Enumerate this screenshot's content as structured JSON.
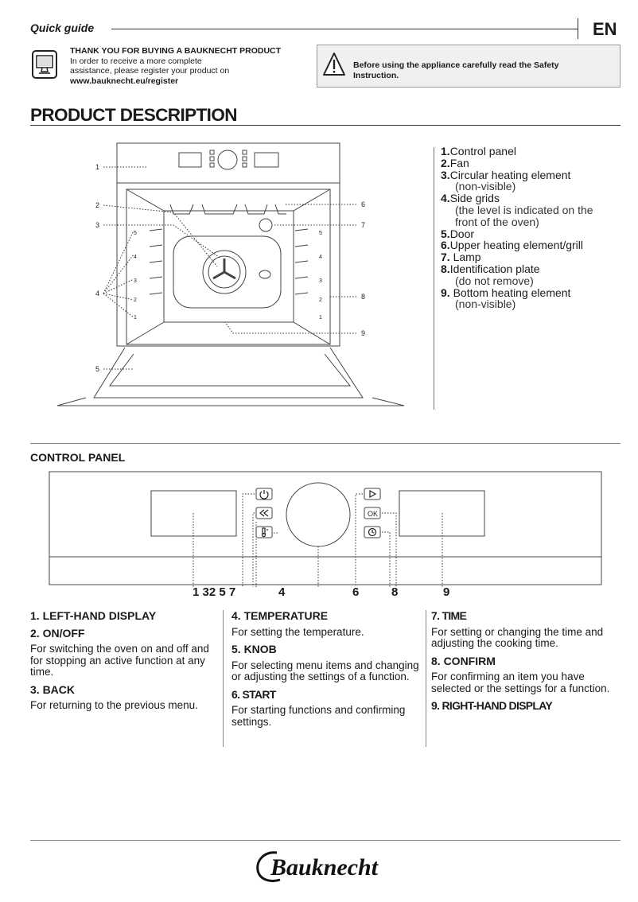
{
  "header": {
    "quick_guide": "Quick guide",
    "lang": "EN"
  },
  "thanks": {
    "title": "THANK YOU FOR BUYING A BAUKNECHT PRODUCT",
    "line1": "In order to receive a more complete",
    "line2": "assistance, please register your product on",
    "url": "www.bauknecht.eu/register"
  },
  "warning": {
    "line1": "Before using the appliance carefully read the Safety",
    "line2": "Instruction."
  },
  "product_description": {
    "title": "PRODUCT DESCRIPTION",
    "oven_labels": {
      "l1": "1",
      "l2": "2",
      "l3": "3",
      "l4": "4",
      "l5": "5",
      "r6": "6",
      "r7": "7",
      "r8": "8",
      "r9": "9",
      "levels_left": [
        "5",
        "4",
        "3",
        "2",
        "1"
      ],
      "levels_right": [
        "5",
        "4",
        "3",
        "2",
        "1"
      ]
    },
    "legend": [
      {
        "num": "1.",
        "label": "Control panel",
        "sub": ""
      },
      {
        "num": "2.",
        "label": "Fan",
        "sub": ""
      },
      {
        "num": "3.",
        "label": "Circular heating element",
        "sub": "(non-visible)"
      },
      {
        "num": "4.",
        "label": "Side grids",
        "sub": "(the level is indicated on the",
        "sub2": "front of the oven)"
      },
      {
        "num": "5.",
        "label": "Door",
        "sub": ""
      },
      {
        "num": "6.",
        "label": "Upper heating element/grill",
        "sub": ""
      },
      {
        "num": "7.",
        "label": " Lamp",
        "sub": ""
      },
      {
        "num": "8.",
        "label": "Identification plate",
        "sub": "(do not remove)"
      },
      {
        "num": "9.",
        "label": " Bottom heating element",
        "sub": "(non-visible)"
      }
    ]
  },
  "control_panel": {
    "title": "CONTROL PANEL",
    "callouts": {
      "a": "1 32 5 7",
      "b": "4",
      "c": "6",
      "d": "8",
      "e": "9"
    },
    "button_ok": "OK"
  },
  "descriptions": {
    "c1": {
      "h1": "1. LEFT-HAND DISPLAY",
      "h2": "2. ON/OFF",
      "t2": "For switching the oven on and off and for stopping an active function at any time.",
      "h3": "3. BACK",
      "t3": "For returning to the previous menu."
    },
    "c2": {
      "h4": "4. TEMPERATURE",
      "t4": "For setting the temperature.",
      "h5": "5. KNOB",
      "t5": "For selecting menu items and changing or adjusting the settings of a function.",
      "h6": "6. START",
      "t6": "For starting functions and confirming settings."
    },
    "c3": {
      "h7": "7. TIME",
      "t7": "For setting or changing the time and adjusting the cooking time.",
      "h8": "8. CONFIRM",
      "t8": "For confirming an item you have selected or the settings for a function.",
      "h9": "9. RIGHT-HAND DISPLAY"
    }
  },
  "footer": {
    "brand": "Bauknecht"
  }
}
